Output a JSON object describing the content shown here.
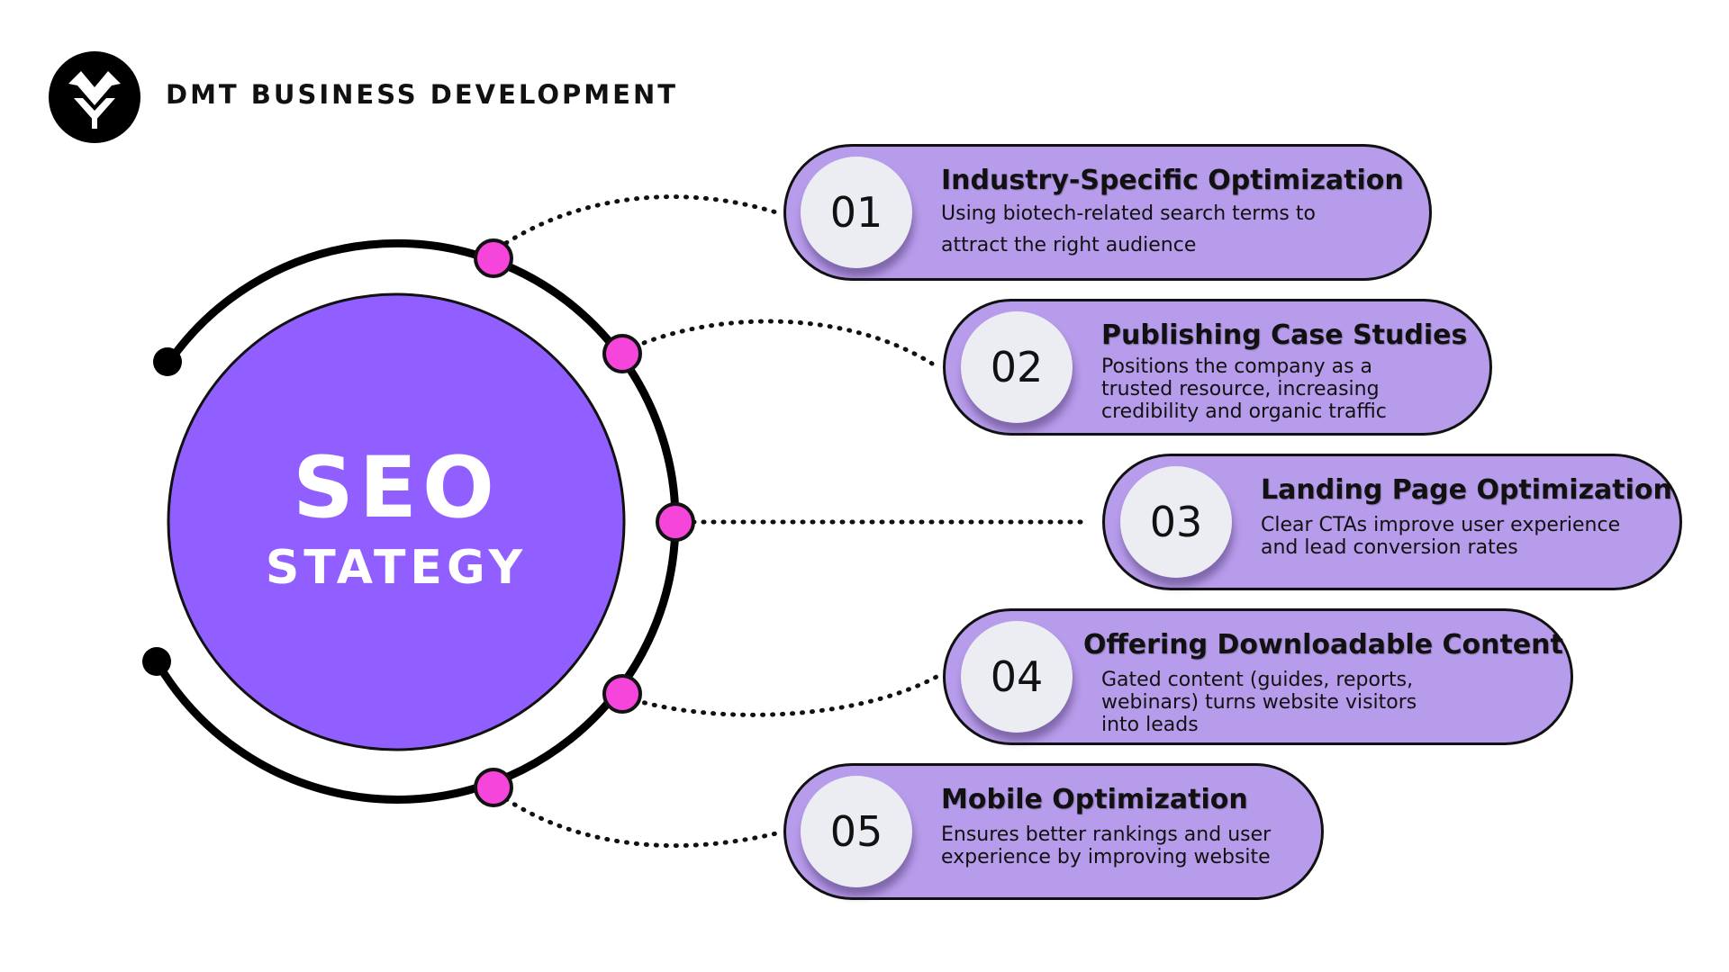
{
  "brand": {
    "name": "DMT BUSINESS DEVELOPMENT",
    "logo_icon": "dmt-monogram-icon"
  },
  "title": {
    "line1": "SEO",
    "line2": "STATEGY"
  },
  "colors": {
    "core_circle": "#915eff",
    "pill_fill": "#b89cec",
    "node_dot": "#f545da",
    "number_circle": "#ecedf3",
    "ink": "#111111"
  },
  "items": [
    {
      "number": "01",
      "title": "Industry-Specific Optimization",
      "description": "Using biotech-related search terms to attract the right audience"
    },
    {
      "number": "02",
      "title": "Publishing Case Studies",
      "description": "Positions the company as a trusted resource, increasing credibility and organic traffic"
    },
    {
      "number": "03",
      "title": "Landing Page Optimization",
      "description": "Clear CTAs improve user experience and lead conversion rates"
    },
    {
      "number": "04",
      "title": "Offering Downloadable Content",
      "description": "Gated content (guides, reports, webinars) turns website visitors into leads"
    },
    {
      "number": "05",
      "title": "Mobile Optimization",
      "description": "Ensures better rankings and user experience by improving website"
    }
  ]
}
